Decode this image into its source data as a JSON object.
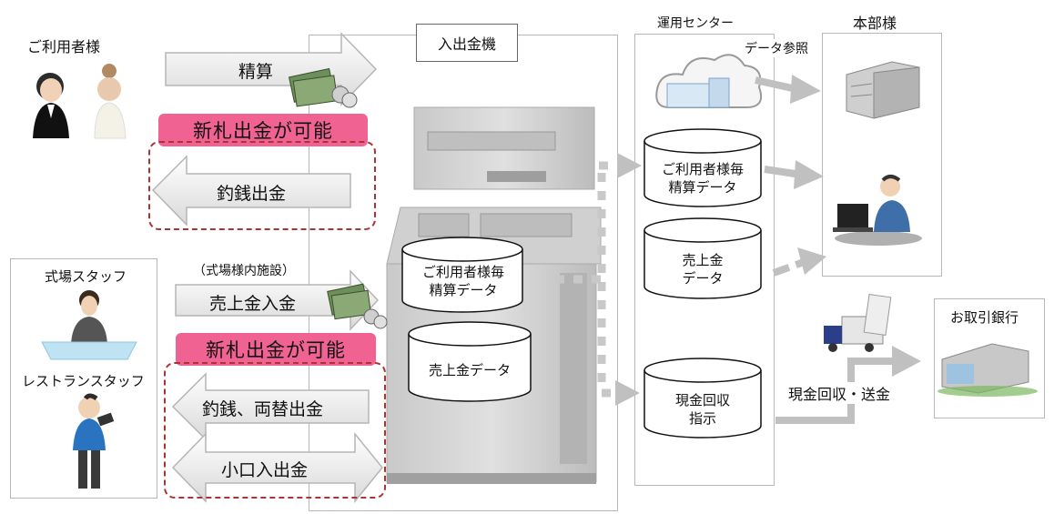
{
  "customer_label": "ご利用者様",
  "staff_box": {
    "venue_staff": "式場スタッフ",
    "restaurant_staff": "レストランスタッフ"
  },
  "machine_title": "入出金機",
  "ops_center_title": "運用センター",
  "hq_title": "本部様",
  "bank_title": "お取引銀行",
  "arrows": {
    "settle": "精算",
    "change_out": "釣銭出金",
    "venue_note": "（式場様内施設）",
    "sales_deposit": "売上金入金",
    "change_exchange_out": "釣銭、両替出金",
    "petty_cash": "小口入出金"
  },
  "badges": {
    "new_notes_1": "新札出金が可能",
    "new_notes_2": "新札出金が可能"
  },
  "machine_db": {
    "settle_data": [
      "ご利用者様毎",
      "精算データ"
    ],
    "sales_data": "売上金データ"
  },
  "center_db": {
    "settle_data": [
      "ご利用者様毎",
      "精算データ"
    ],
    "sales_data": [
      "売上金",
      "データ"
    ],
    "collection": [
      "現金回収",
      "指示"
    ]
  },
  "data_ref": "データ参照",
  "cash_transfer": "現金回収・送金"
}
